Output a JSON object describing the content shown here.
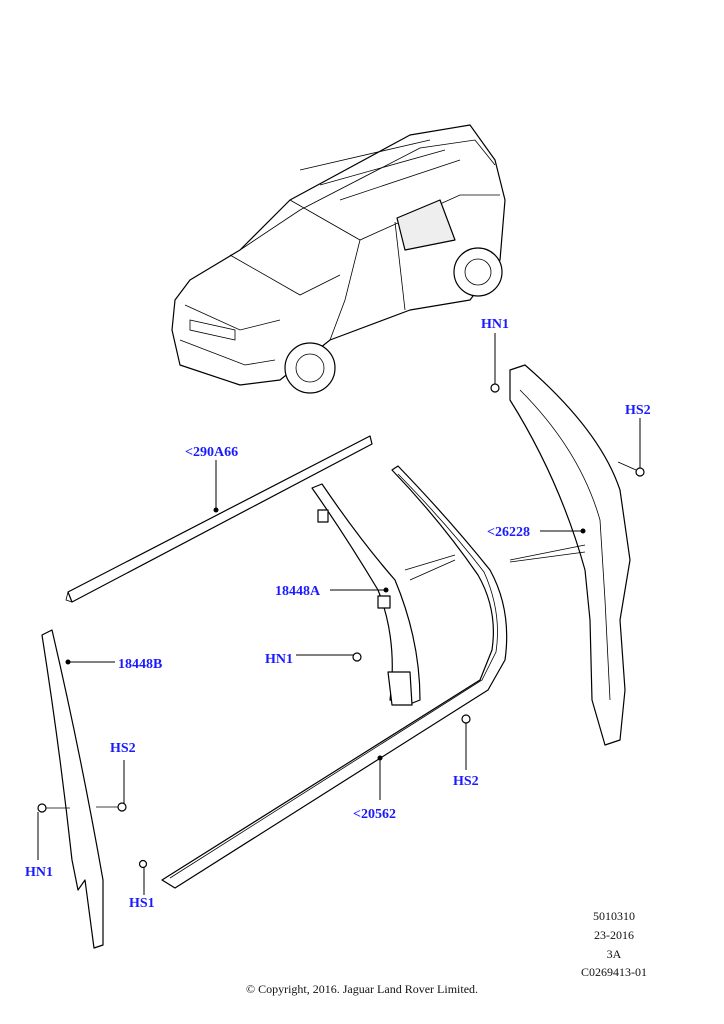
{
  "diagram": {
    "callouts": [
      {
        "id": "hn1-top",
        "text": "HN1"
      },
      {
        "id": "hs2-top",
        "text": "HS2"
      },
      {
        "id": "290a66",
        "text": "<290A66"
      },
      {
        "id": "26228",
        "text": "<26228"
      },
      {
        "id": "18448a",
        "text": "18448A"
      },
      {
        "id": "hn1-mid",
        "text": "HN1"
      },
      {
        "id": "18448b",
        "text": "18448B"
      },
      {
        "id": "hs2-left",
        "text": "HS2"
      },
      {
        "id": "hs2-bottom",
        "text": "HS2"
      },
      {
        "id": "20562",
        "text": "<20562"
      },
      {
        "id": "hn1-left",
        "text": "HN1"
      },
      {
        "id": "hs1",
        "text": "HS1"
      }
    ],
    "reference": {
      "line1": "5010310",
      "line2": "23-2016",
      "line3": "3A",
      "line4": "C0269413-01"
    },
    "copyright": "© Copyright, 2016. Jaguar Land Rover Limited.",
    "label_color": "#1a1aff"
  }
}
